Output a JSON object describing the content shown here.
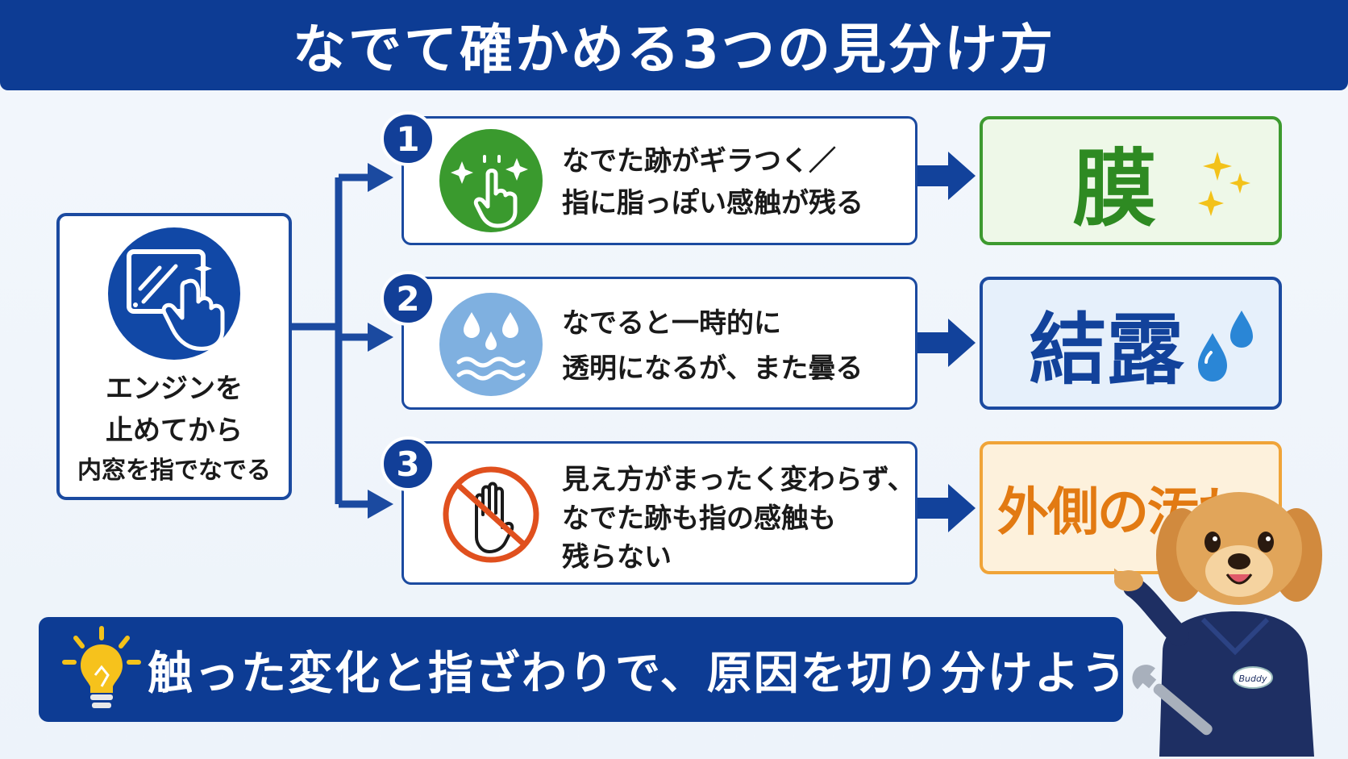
{
  "header": {
    "title": "なでて確かめる3つの見分け方"
  },
  "start": {
    "icon": "hand-wiping-window-icon",
    "lines": [
      "エンジンを",
      "止めてから",
      "内窓を指でなでる"
    ]
  },
  "steps": [
    {
      "number": "1",
      "icon": "sparkle-finger-icon",
      "icon_color": "#3a9a2e",
      "lines": [
        "なでた跡がギラつく／",
        "指に脂っぽい感触が残る"
      ],
      "result": "膜",
      "result_color": "#2e8a22",
      "result_bg": "#eef8e8",
      "result_border": "#3d9a2f",
      "result_icon": "sparkle-icon"
    },
    {
      "number": "2",
      "icon": "water-drops-wave-icon",
      "icon_color": "#7fb0e0",
      "lines": [
        "なでると一時的に",
        "透明になるが、また曇る"
      ],
      "result": "結露",
      "result_color": "#12429b",
      "result_bg": "#e6f0fb",
      "result_border": "#1b4aa0",
      "result_icon": "water-drop-icon"
    },
    {
      "number": "3",
      "icon": "no-hand-icon",
      "icon_color": "#e0501e",
      "lines": [
        "見え方がまったく変わらず、",
        "なでた跡も指の感触も",
        "残らない"
      ],
      "result": "外側の汚れ",
      "result_color": "#e27a12",
      "result_bg": "#fdf1dc",
      "result_border": "#f0a438",
      "result_icon": "mascot-dog-icon"
    }
  ],
  "banner": {
    "icon": "lightbulb-icon",
    "text": "触った変化と指ざわりで、原因を切り分けよう"
  },
  "mascot": {
    "badge": "Buddy"
  },
  "colors": {
    "navy": "#0d3c94",
    "border": "#1b4aa0"
  }
}
